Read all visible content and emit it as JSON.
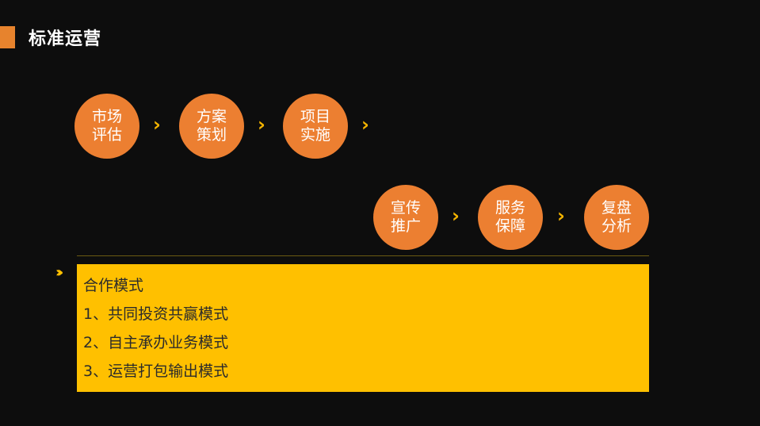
{
  "title": "标准运营",
  "steps": [
    {
      "label": "市场评估"
    },
    {
      "label": "方案策划"
    },
    {
      "label": "项目实施"
    },
    {
      "label": "宣传推广"
    },
    {
      "label": "服务保障"
    },
    {
      "label": "复盘分析"
    }
  ],
  "chevron_glyph": "›",
  "panel": {
    "heading": "合作模式",
    "items": [
      "1、共同投资共赢模式",
      "2、自主承办业务模式",
      "3、运营打包输出模式"
    ]
  },
  "colors": {
    "background": "#0d0d0d",
    "accent_orange": "#ec7f31",
    "panel_yellow": "#ffc000",
    "chevron_yellow": "#f5b400"
  }
}
